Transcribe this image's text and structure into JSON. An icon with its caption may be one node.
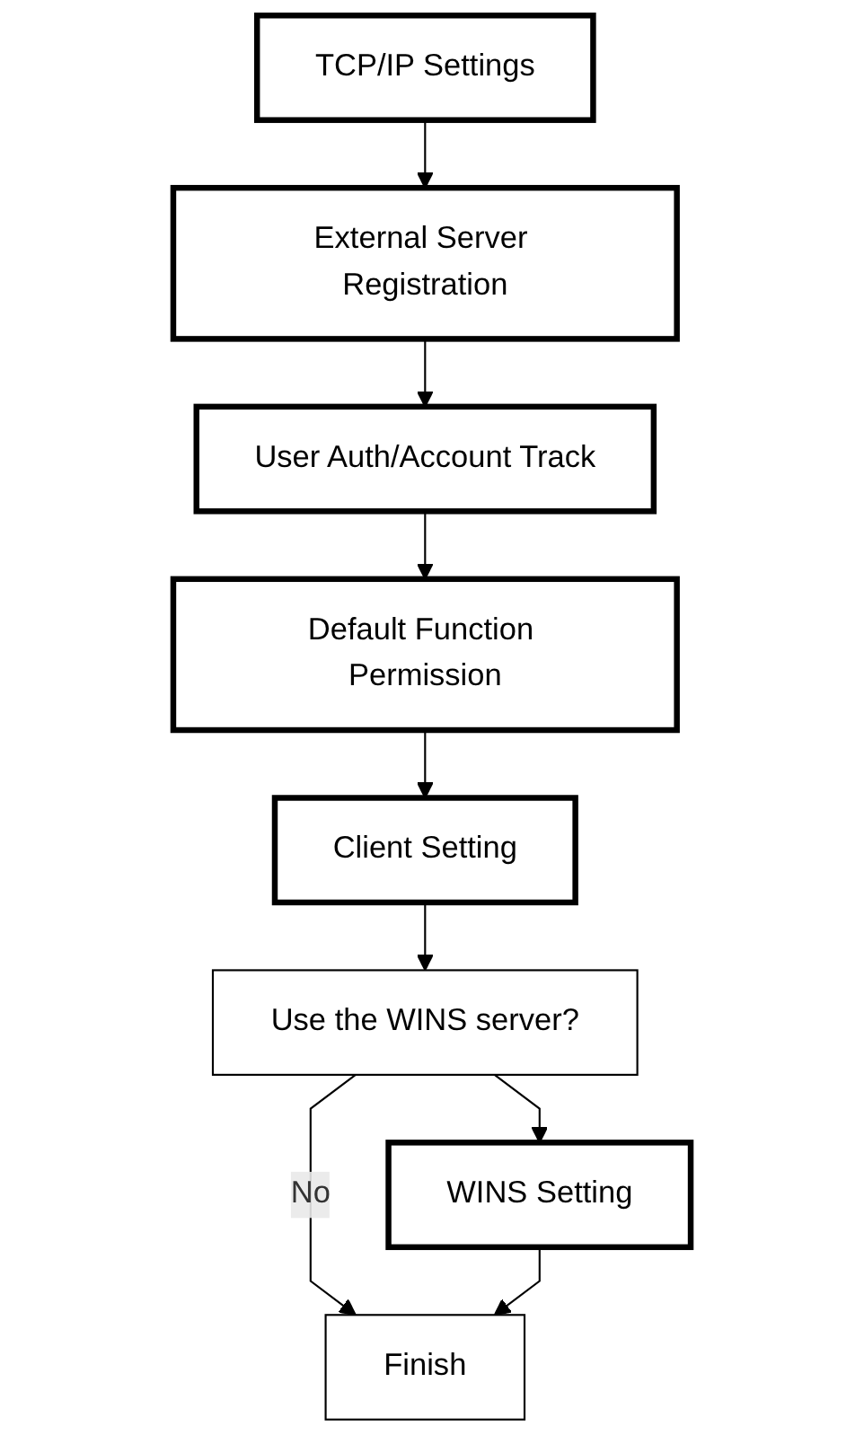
{
  "diagram": {
    "nodes": [
      {
        "text": [
          "TCP/IP Settings"
        ]
      },
      {
        "text": [
          "External Server Registration"
        ]
      },
      {
        "text": [
          "User Auth/Account Track"
        ]
      },
      {
        "text": [
          "Default Function Permission"
        ]
      },
      {
        "text": [
          "Client Setting"
        ]
      },
      {
        "text": [
          "Use the WINS server?"
        ]
      },
      {
        "text": [
          "WINS Setting"
        ]
      },
      {
        "text": [
          "Finish"
        ]
      }
    ],
    "edges": [
      {
        "from": 0,
        "to": 1,
        "arrow": "to"
      },
      {
        "from": 1,
        "to": 2,
        "arrow": "to"
      },
      {
        "from": 2,
        "to": 3,
        "arrow": "to"
      },
      {
        "from": 3,
        "to": 4,
        "arrow": "to"
      },
      {
        "from": 4,
        "to": 5,
        "arrow": "to"
      },
      {
        "from": 5,
        "to": 6,
        "arrow": "to"
      },
      {
        "from": 5,
        "to": 7,
        "label": "No",
        "arrow": "to"
      },
      {
        "from": 6,
        "to": 7,
        "arrow": "to"
      }
    ]
  }
}
